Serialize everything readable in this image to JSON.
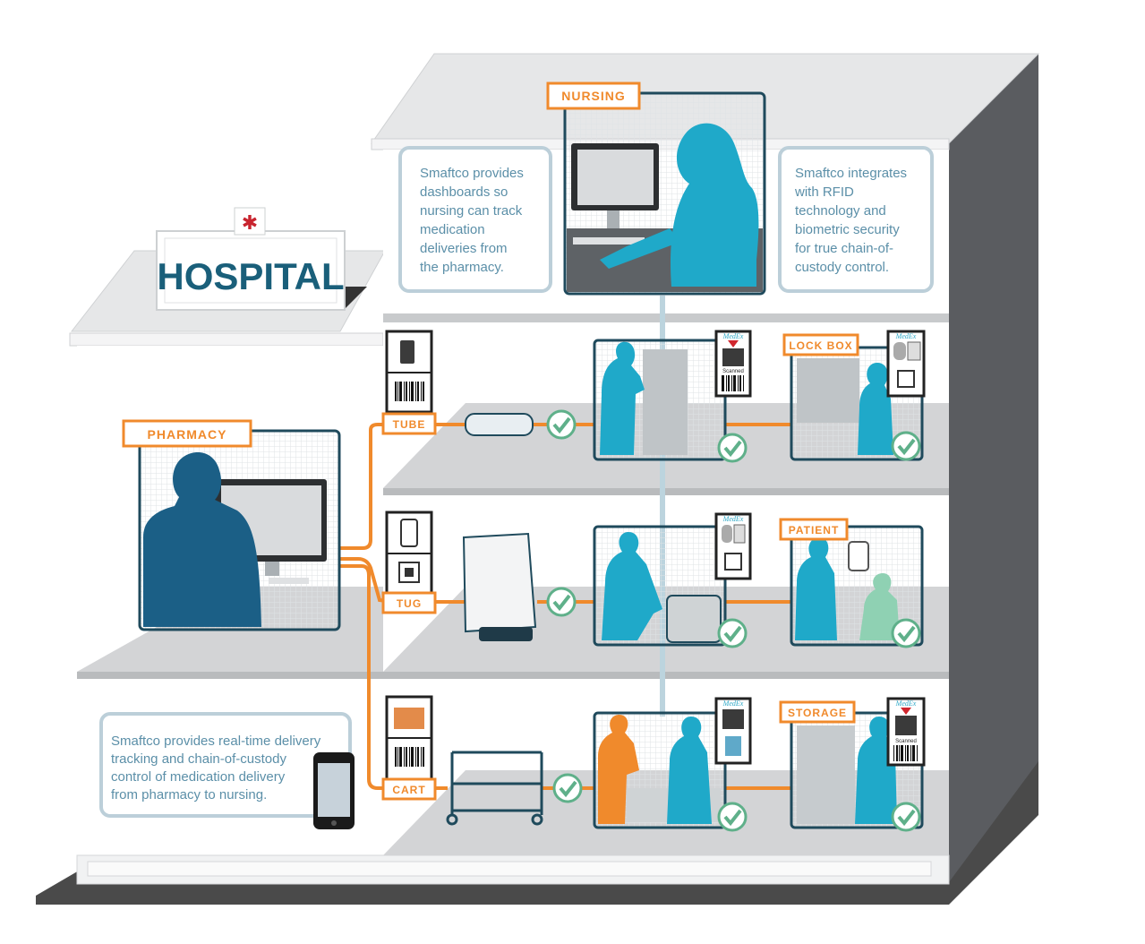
{
  "building": {
    "sign_label": "HOSPITAL"
  },
  "departments": {
    "nursing": "NURSING",
    "pharmacy": "PHARMACY",
    "lock_box": "LOCK BOX",
    "patient": "PATIENT",
    "storage": "STORAGE"
  },
  "transports": {
    "tube": "TUBE",
    "tug": "TUG",
    "cart": "CART"
  },
  "info": {
    "nursing_dashboard": [
      "Smaftco provides",
      "dashboards so",
      "nursing can track",
      "medication",
      "deliveries from",
      "the pharmacy."
    ],
    "rfid": [
      "Smaftco integrates",
      "with RFID",
      "technology and",
      "biometric security",
      "for true chain-of-",
      "custody control."
    ],
    "tracking": [
      "Smaftco provides real-time delivery",
      "tracking and chain-of-custody",
      "control of medication delivery",
      "from pharmacy to nursing."
    ]
  },
  "device": {
    "brand": "MedEx",
    "scanned": "Scanned"
  },
  "colors": {
    "accent_orange": "#f08a2c",
    "teal_figure": "#1fa9c9",
    "navy_figure": "#1b5f86",
    "check_green": "#5fb08a",
    "frame_dark": "#1f4a5c"
  }
}
